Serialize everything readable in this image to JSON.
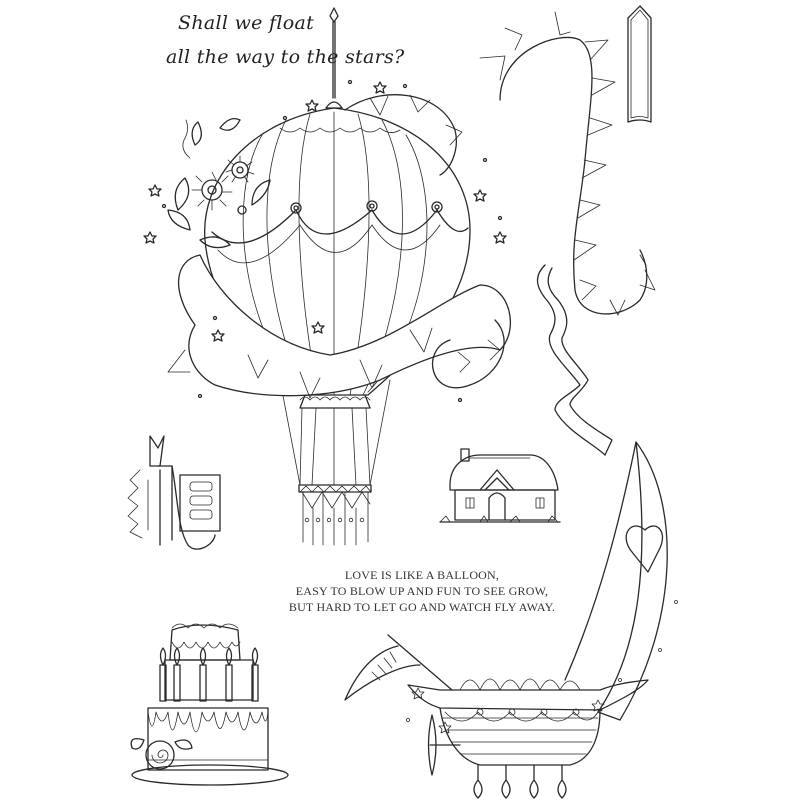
{
  "sheet": {
    "type": "clear stamp sheet line art",
    "background_color": "#ffffff",
    "ink_color": "#2a2a2a"
  },
  "script_sentiment": {
    "line_1": "Shall we float",
    "line_2": "all the way to the stars?"
  },
  "quote": {
    "line_1": "LOVE IS LIKE A BALLOON,",
    "line_2": "EASY TO BLOW UP AND FUN TO SEE GROW,",
    "line_3": "BUT HARD TO LET GO AND WATCH FLY AWAY."
  },
  "elements": [
    {
      "name": "hot-air-balloon",
      "description": "Striped balloon with draped swags, flower bouquet, bunting banner and basket"
    },
    {
      "name": "bunting-frame-top-right",
      "description": "Curved bunting swirl frame"
    },
    {
      "name": "pennant-banner",
      "description": "Tall narrow pointed banner"
    },
    {
      "name": "ribbon-streamer",
      "description": "Wavy ribbon streamer"
    },
    {
      "name": "flower-ribbon-tag",
      "description": "Sunflower and ribbon with tag"
    },
    {
      "name": "cottage",
      "description": "Thatched cottage with arched door"
    },
    {
      "name": "birthday-cake",
      "description": "Two-tier drip cake with candles and rose"
    },
    {
      "name": "airship-boat",
      "description": "Flying boat with sail, heart, flag, propeller and flowers"
    }
  ]
}
